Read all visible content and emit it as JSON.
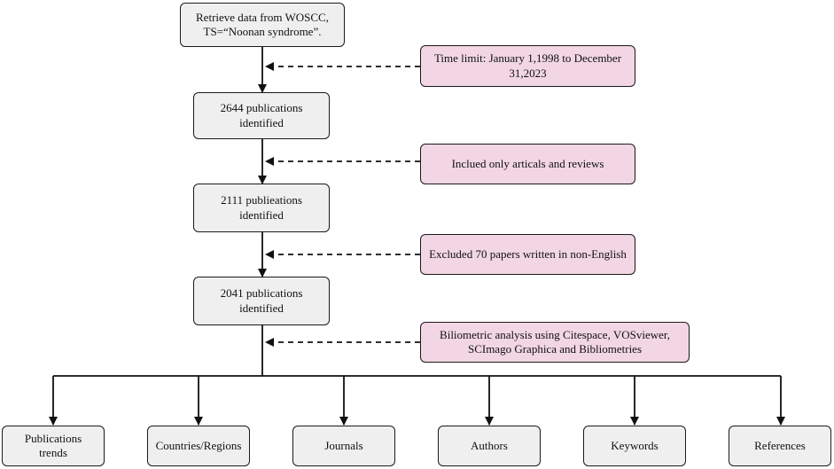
{
  "steps": [
    "Retrieve data from WOSCC,\nTS=“Noonan syndrome”.",
    "2644 publications identified",
    "2111 publieations identified",
    "2041 publications identified"
  ],
  "filters": [
    "Time limit: January 1,1998 to December 31,2023",
    "Inclued only articals and reviews",
    "Excluded 70 papers written in non-English",
    "Biliometric analysis using Citespace, VOSviewer, SCImago Graphica and Bibliometries"
  ],
  "outputs": [
    "Publications trends",
    "Countries/Regions",
    "Journals",
    "Authors",
    "Keywords",
    "References"
  ]
}
